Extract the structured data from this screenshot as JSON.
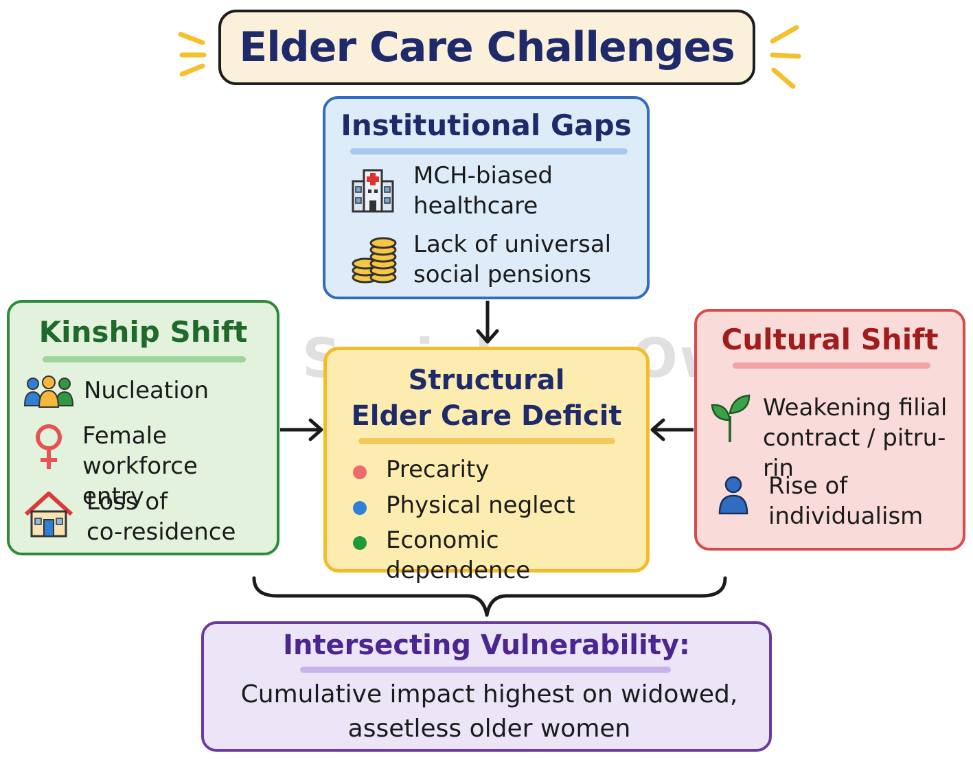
{
  "title": "Elder Care Challenges",
  "watermark": "Sociology Owl",
  "institutional": {
    "heading": "Institutional Gaps",
    "items": [
      {
        "icon": "hospital-icon",
        "line1": "MCH-biased",
        "line2": "healthcare"
      },
      {
        "icon": "coins-icon",
        "line1": "Lack of universal",
        "line2": "social pensions"
      }
    ]
  },
  "kinship": {
    "heading": "Kinship Shift",
    "items": [
      {
        "icon": "people-group-icon",
        "line1": "Nucleation"
      },
      {
        "icon": "female-symbol-icon",
        "line1": "Female workforce",
        "line2": "entry"
      },
      {
        "icon": "house-icon",
        "line1": "Loss of",
        "line2": "co-residence"
      }
    ]
  },
  "core": {
    "heading_line1": "Structural",
    "heading_line2": "Elder Care Deficit",
    "items": [
      {
        "label": "Precarity",
        "dot_color": "#ef6b6b"
      },
      {
        "label": "Physical neglect",
        "dot_color": "#2f7fd6"
      },
      {
        "label": "Economic dependence",
        "dot_color": "#1f9a3a"
      }
    ]
  },
  "cultural": {
    "heading": "Cultural Shift",
    "items": [
      {
        "icon": "sprout-icon",
        "line1": "Weakening filial",
        "line2": "contract / pitru-rin"
      },
      {
        "icon": "person-icon",
        "line1": "Rise of",
        "line2": "individualism"
      }
    ]
  },
  "intersecting": {
    "heading": "Intersecting Vulnerability:",
    "line1": "Cumulative impact highest on widowed,",
    "line2": "assetless older women"
  },
  "colors": {
    "title_bg": "#fbf1da",
    "institutional": "#2f6cc2",
    "kinship": "#2d8a3a",
    "core": "#f2bd2c",
    "cultural": "#d94a4a",
    "intersecting": "#6a3aa2"
  }
}
